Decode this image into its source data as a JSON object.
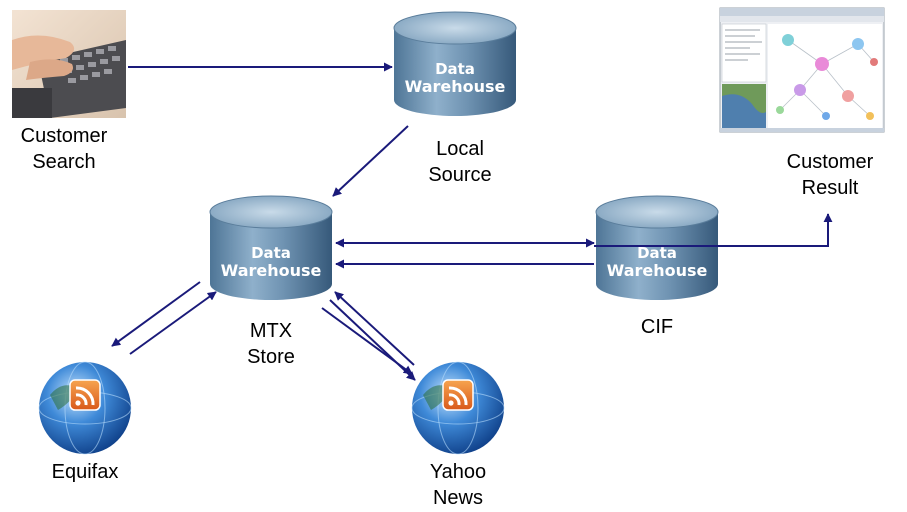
{
  "colors": {
    "arrow": "#1a1a7a",
    "db_light": "#9fb9cf",
    "db_dark": "#3f6585",
    "globe_blue": "#1e5fae",
    "feed_orange": "#e8772e"
  },
  "nodes": {
    "customer_search": {
      "label_line1": "Customer",
      "label_line2": "Search",
      "icon": "typing-hands-photo"
    },
    "local_source": {
      "db_line1": "Data",
      "db_line2": "Warehouse",
      "label_line1": "Local",
      "label_line2": "Source",
      "icon": "database-icon"
    },
    "customer_result": {
      "label_line1": "Customer",
      "label_line2": "Result",
      "icon": "network-graph-screenshot"
    },
    "mtx_store": {
      "db_line1": "Data",
      "db_line2": "Warehouse",
      "label_line1": "MTX",
      "label_line2": "Store",
      "icon": "database-icon"
    },
    "cif": {
      "db_line1": "Data",
      "db_line2": "Warehouse",
      "label_line1": "CIF",
      "icon": "database-icon"
    },
    "equifax": {
      "label_line1": "Equifax",
      "icon": "rss-globe-icon"
    },
    "yahoo_news": {
      "label_line1": "Yahoo",
      "label_line2": "News",
      "icon": "rss-globe-icon"
    }
  }
}
